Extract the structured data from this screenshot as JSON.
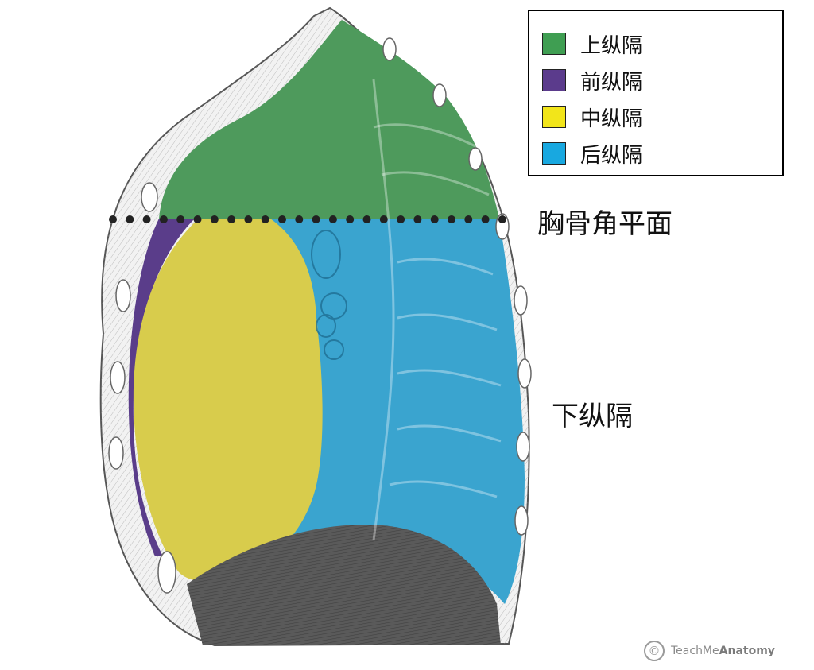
{
  "legend": {
    "items": [
      {
        "label": "上纵隔",
        "color": "#3f9e52"
      },
      {
        "label": "前纵隔",
        "color": "#5b3b8c"
      },
      {
        "label": "中纵隔",
        "color": "#f2e51a"
      },
      {
        "label": "后纵隔",
        "color": "#18a8e0"
      }
    ]
  },
  "labels": {
    "sternal_angle_plane": "胸骨角平面",
    "inferior_mediastinum": "下纵隔"
  },
  "regions": {
    "superior": "#4e9a5c",
    "anterior": "#5a3d8a",
    "middle": "#d8cc4c",
    "posterior": "#3aa4cf"
  },
  "watermark": {
    "prefix": "TeachMe",
    "brand": "Anatomy",
    "symbol": "©"
  }
}
